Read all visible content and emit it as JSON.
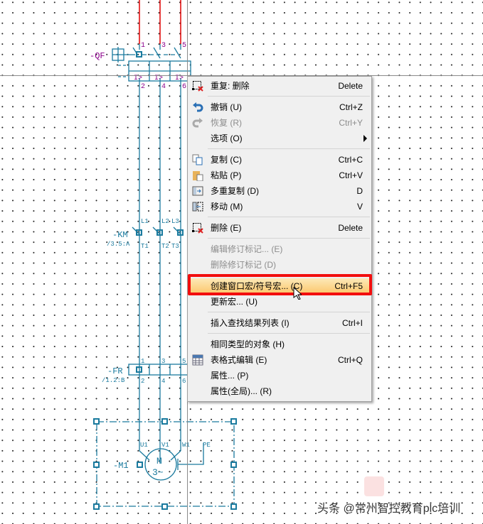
{
  "schematic": {
    "qf": {
      "tag": "-QF",
      "top_terms": [
        "1",
        "3",
        "5"
      ],
      "bottom_terms": [
        "2",
        "4",
        "6"
      ],
      "trip_label": "I>"
    },
    "km": {
      "tag": "-KM",
      "ref": "/3.5:A",
      "top_terms": [
        "L1",
        "L2",
        "L3"
      ],
      "bottom_terms": [
        "T1",
        "T2",
        "T3"
      ]
    },
    "fr": {
      "tag": "-FR",
      "ref": "/1.2:B",
      "top_terms": [
        "1",
        "3",
        "5"
      ],
      "bottom_terms": [
        "2",
        "4",
        "6"
      ]
    },
    "motor": {
      "tag": "-M1",
      "letter": "M",
      "phase": "3~",
      "terms": [
        "U1",
        "V1",
        "W1",
        "PE"
      ]
    }
  },
  "context_menu": {
    "items": [
      {
        "label": "重复: 删除",
        "shortcut": "Delete",
        "icon": "delete-icon"
      },
      {
        "label": "撤销 (U)",
        "shortcut": "Ctrl+Z",
        "icon": "undo-icon"
      },
      {
        "label": "恢复 (R)",
        "shortcut": "Ctrl+Y",
        "icon": "redo-icon",
        "disabled": true
      },
      {
        "label": "选项 (O)",
        "shortcut": "",
        "submenu": true
      },
      {
        "label": "复制 (C)",
        "shortcut": "Ctrl+C",
        "icon": "copy-icon"
      },
      {
        "label": "粘贴 (P)",
        "shortcut": "Ctrl+V",
        "icon": "paste-icon"
      },
      {
        "label": "多重复制 (D)",
        "shortcut": "D",
        "icon": "multi-copy-icon"
      },
      {
        "label": "移动 (M)",
        "shortcut": "V",
        "icon": "move-icon"
      },
      {
        "label": "删除 (E)",
        "shortcut": "Delete",
        "icon": "delete-icon"
      },
      {
        "label": "编辑修订标记... (E)",
        "shortcut": "",
        "disabled": true
      },
      {
        "label": "删除修订标记 (D)",
        "shortcut": "",
        "disabled": true
      },
      {
        "label": "创建窗口宏/符号宏... (C)",
        "shortcut": "Ctrl+F5",
        "highlighted": true
      },
      {
        "label": "更新宏... (U)",
        "shortcut": ""
      },
      {
        "label": "插入查找结果列表 (I)",
        "shortcut": "Ctrl+I"
      },
      {
        "label": "相同类型的对象 (H)",
        "shortcut": ""
      },
      {
        "label": "表格式编辑 (E)",
        "shortcut": "Ctrl+Q",
        "icon": "table-icon"
      },
      {
        "label": "属性... (P)",
        "shortcut": ""
      },
      {
        "label": "属性(全局)... (R)",
        "shortcut": ""
      }
    ]
  },
  "watermark": "头条 @常州智控教育plc培训",
  "colors": {
    "wire": "#1a7a9e",
    "power": "#e00000",
    "tag": "#8b008b",
    "highlight_border": "#f20e0e"
  }
}
